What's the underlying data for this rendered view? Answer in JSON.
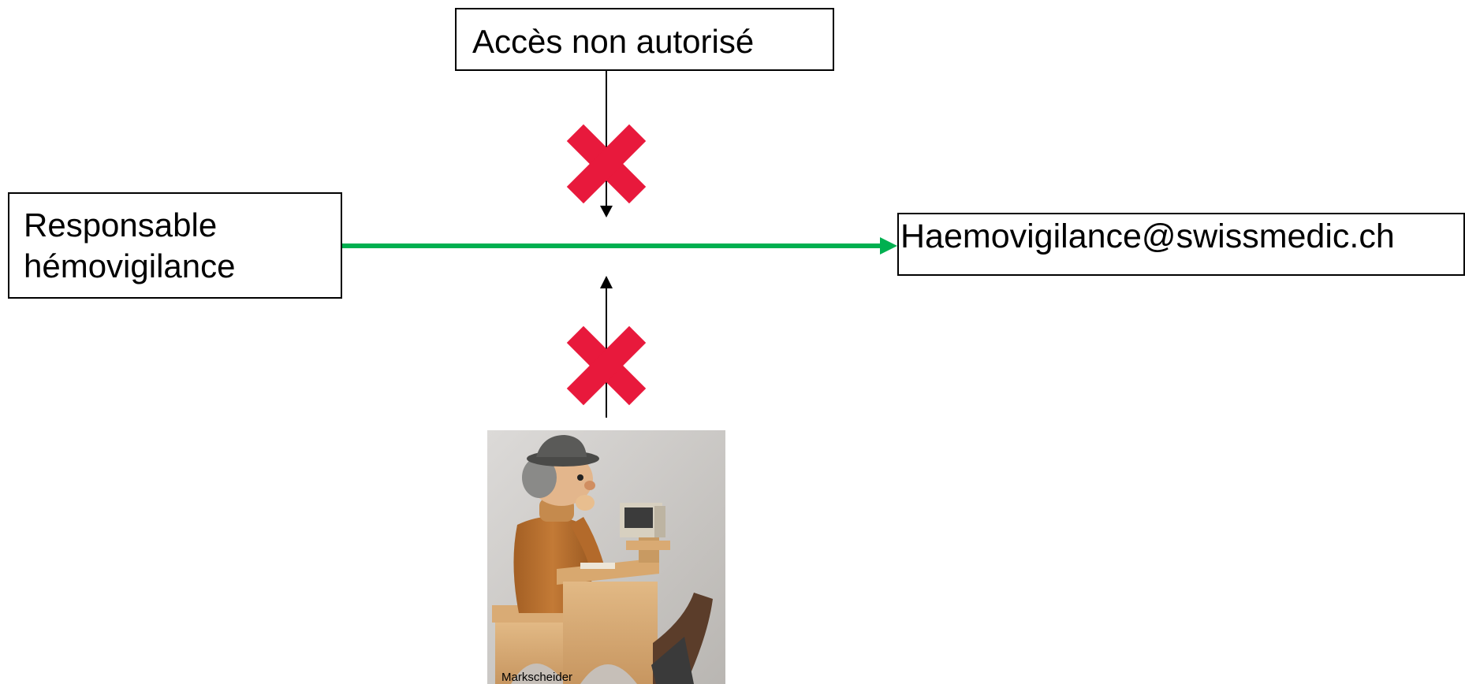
{
  "unauthorized": {
    "label": "Accès non autorisé"
  },
  "responsible": {
    "line1": "Responsable",
    "line2": "hémovigilance"
  },
  "recipient": {
    "email": "Haemovigilance@swissmedic.ch"
  },
  "photo": {
    "caption": "Markscheider"
  },
  "colors": {
    "allowed_arrow": "#00b050",
    "blocked_cross": "#e8193c",
    "line": "#000000"
  }
}
